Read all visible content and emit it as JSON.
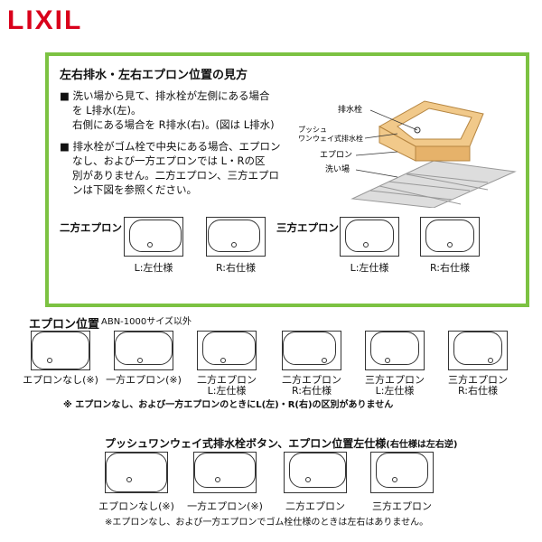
{
  "brand": "LIXIL",
  "guide": {
    "title": "左右排水・左右エプロン位置の見方",
    "bullet1": [
      "■ 洗い場から見て、排水栓が左側にある場合",
      "を L排水(左)。",
      "右側にある場合を R排水(右)。(図は L排水)"
    ],
    "bullet2": [
      "■ 排水栓がゴム栓で中央にある場合、エプロン",
      "なし、および一方エプロンでは L・Rの区",
      "別がありません。二方エプロン、三方エプロ",
      "ンは下図を参照ください。"
    ],
    "diagram_labels": {
      "drain": "排水栓",
      "push": "プッシュ",
      "push2": "ワンウェイ式排水栓",
      "apron": "エプロン",
      "floor": "洗い場"
    },
    "two_apron": "二方エプロン",
    "three_apron": "三方エプロン",
    "left_spec": "L:左仕様",
    "right_spec": "R:右仕様"
  },
  "position": {
    "heading": "エプロン位置",
    "sub": "ABN-1000サイズ以外",
    "items": [
      {
        "l1": "エプロンなし(※)",
        "l2": ""
      },
      {
        "l1": "一方エプロン(※)",
        "l2": ""
      },
      {
        "l1": "二方エプロン",
        "l2": "L:左仕様"
      },
      {
        "l1": "二方エプロン",
        "l2": "R:右仕様"
      },
      {
        "l1": "三方エプロン",
        "l2": "L:左仕様"
      },
      {
        "l1": "三方エプロン",
        "l2": "R:右仕様"
      }
    ],
    "note": "※ エプロンなし、および一方エプロンのときにL(左)・R(右)の区別がありません"
  },
  "push": {
    "heading": "プッシュワンウェイ式排水栓ボタン、エプロン位置左仕様",
    "heading_sub": "(右仕様は左右逆)",
    "items": [
      "エプロンなし(※)",
      "一方エプロン(※)",
      "二方エプロン",
      "三方エプロン"
    ],
    "note": "※エプロンなし、および一方エプロンでゴム栓仕様のときは左右はありません。"
  }
}
